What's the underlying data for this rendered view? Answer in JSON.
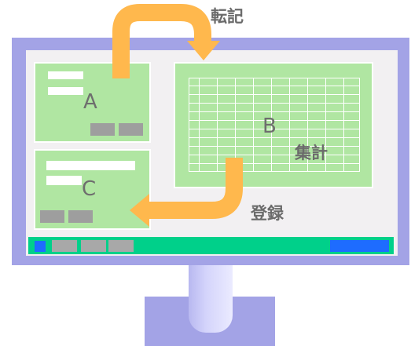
{
  "labels": {
    "transfer": "転記",
    "aggregate": "集計",
    "register": "登録"
  },
  "panels": {
    "a": {
      "letter": "A"
    },
    "b": {
      "letter": "B"
    },
    "c": {
      "letter": "C"
    }
  },
  "colors": {
    "bezel": "#a3a3e6",
    "screen": "#f2f0f2",
    "panel": "#b0e6a2",
    "arrow": "#ffb84d",
    "taskbar": "#00d08a",
    "taskbar_accent": "#1e6cff",
    "text": "#6b6b6b"
  },
  "icons": {
    "arrow_top": "curved-arrow-icon",
    "arrow_bottom": "curved-arrow-icon"
  }
}
